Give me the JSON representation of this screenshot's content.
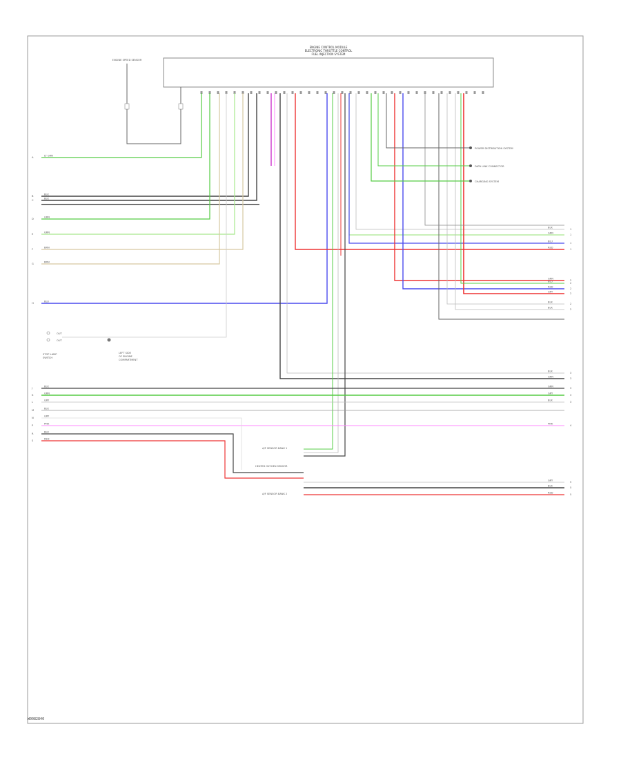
{
  "module": {
    "title_lines": [
      "ENGINE CONTROL MODULE",
      "ELECTRONIC THROTTLE CONTROL",
      "FUEL INJECTION SYSTEM"
    ]
  },
  "sensor": {
    "label": "ENGINE SPEED SENSOR"
  },
  "left_connectors": [
    {
      "id": "A",
      "wire": "LT GRN"
    },
    {
      "id": "B",
      "wire": "BLK"
    },
    {
      "id": "C",
      "wire": "BLK"
    },
    {
      "id": "D",
      "wire": "GRN"
    },
    {
      "id": "E",
      "wire": "GRN"
    },
    {
      "id": "F",
      "wire": "BRN"
    },
    {
      "id": "G",
      "wire": "BRN"
    },
    {
      "id": "H",
      "wire": "BLU"
    }
  ],
  "lower_left_connectors": [
    {
      "id": "J",
      "wire": "BLK"
    },
    {
      "id": "K",
      "wire": "GRN"
    },
    {
      "id": "L",
      "wire": "GRY"
    },
    {
      "id": "M",
      "wire": "BLK"
    },
    {
      "id": "N",
      "wire": "GRY"
    },
    {
      "id": "P",
      "wire": "PNK"
    },
    {
      "id": "R",
      "wire": "BLK"
    },
    {
      "id": "S",
      "wire": "RED"
    }
  ],
  "switch": {
    "label_lines": [
      "STOP LAMP",
      "SWITCH"
    ],
    "pin_labels": [
      "OUT",
      "OUT"
    ]
  },
  "ground": {
    "label_lines": [
      "LEFT SIDE",
      "OF ENGINE",
      "COMPARTMENT"
    ]
  },
  "systems": [
    "POWER DISTRIBUTION SYSTEM",
    "DATA LINK CONNECTOR",
    "CHARGING SYSTEM"
  ],
  "right_groups": [
    {
      "group": "1",
      "wires": [
        "BLK",
        "GRN",
        "BLU",
        "RED"
      ]
    },
    {
      "group": "2",
      "wires": [
        "GRN",
        "BLU",
        "RED",
        "GRY",
        "BLK",
        "BLK"
      ]
    },
    {
      "group": "3",
      "wires": [
        "BLK",
        "GRN",
        "GRN",
        "GRY",
        "BLK"
      ]
    },
    {
      "group": "4",
      "wires": [
        "PNK"
      ]
    },
    {
      "group": "5",
      "wires": [
        "GRY",
        "BLK",
        "RED"
      ]
    }
  ],
  "bottom_sensors": [
    {
      "label": "A/F SENSOR BANK 1",
      "wires": [
        "BLK",
        "GRN",
        "BLK"
      ]
    },
    {
      "label": "HEATED OXYGEN SENSOR",
      "wires": [
        "GRY",
        "BLK"
      ]
    },
    {
      "label": "A/F SENSOR BANK 2",
      "wires": [
        "GRY",
        "BLK",
        "RED"
      ]
    }
  ],
  "page_id": "W0082840",
  "colors": {
    "black": "#555555",
    "green": "#55cc44",
    "light_green": "#a6e88c",
    "blue": "#4a4aee",
    "red": "#ee3333",
    "pink": "#ff88ff",
    "magenta": "#cc33cc",
    "tan": "#d6c8a0",
    "gray": "#bbbbbb"
  }
}
